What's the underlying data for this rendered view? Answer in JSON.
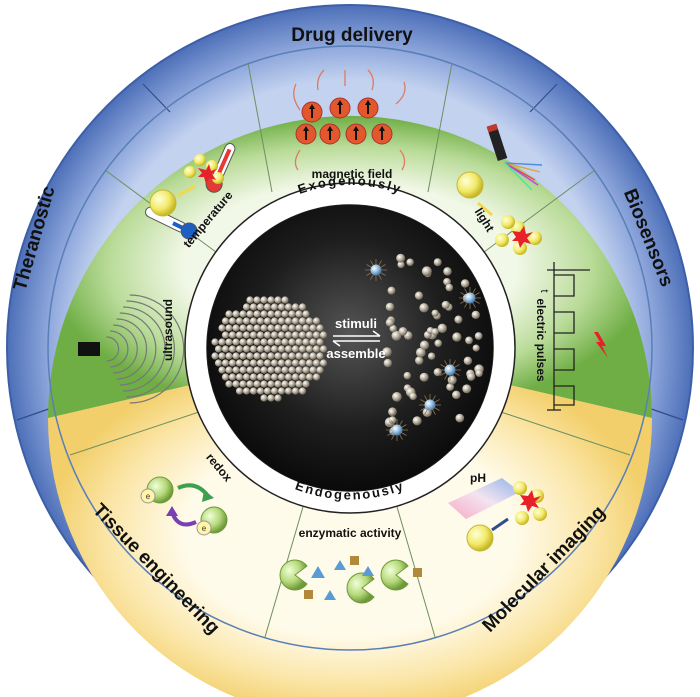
{
  "outer_ring": {
    "top": "Drug delivery",
    "right": "Biosensors",
    "bottom_right": "Molecular imaging",
    "bottom_left": "Tissue engineering",
    "left": "Theranostic"
  },
  "stimuli": {
    "magnetic": "magnetic field",
    "light": "light",
    "electric": "electric pulses",
    "electric_axis": "t",
    "ultrasound": "ultrasound",
    "temperature": "temperature",
    "redox": "redox",
    "redox_e": "e",
    "enzymatic": "enzymatic activity",
    "ph": "pH"
  },
  "inner_ring": {
    "top": "Exogenously",
    "bottom": "Endogenously"
  },
  "core": {
    "stimuli": "stimuli",
    "assemble": "assemble"
  },
  "colors": {
    "outer_ring": "#5b7fc4",
    "outer_ring_light": "#a9bde6",
    "exo_zone": "#7dbb5a",
    "endo_zone": "#f7d987",
    "core": "#1b1b1b",
    "particle": "#b8b0a0"
  }
}
